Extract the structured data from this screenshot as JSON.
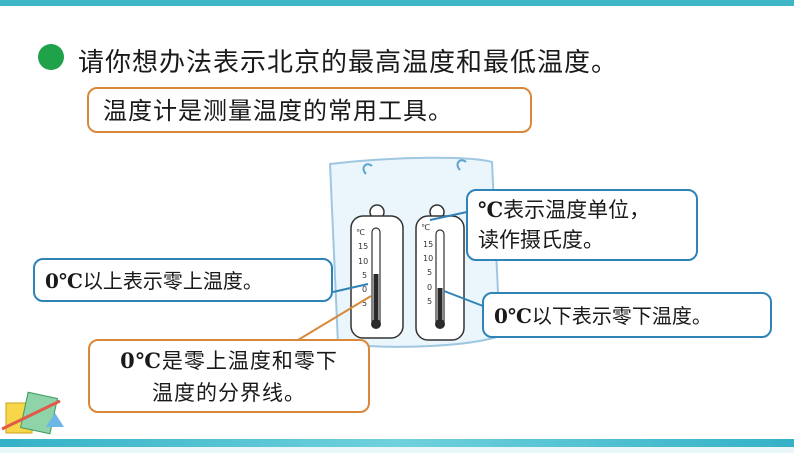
{
  "heading": "请你想办法表示北京的最高温度和最低温度。",
  "tool_note": "温度计是测量温度的常用工具。",
  "unit_callout": {
    "symbol": "℃",
    "line1": "表示温度单位，",
    "line2": "读作摄氏度。"
  },
  "above_callout": {
    "zero": "0℃",
    "text": "以上表示零上温度。"
  },
  "below_callout": {
    "zero": "0℃",
    "text": "以下表示零下温度。"
  },
  "boundary_note": {
    "zero": "0℃",
    "line1": "是零上温度和零下",
    "line2": "温度的分界线。"
  },
  "thermometer_scale": {
    "unit": "℃",
    "ticks": [
      "15",
      "10",
      "5",
      "0",
      "5"
    ]
  },
  "colors": {
    "bullet": "#1fa24a",
    "orange_border": "#d9883a",
    "blue_border": "#2f83b6",
    "frame": "#3fb6c6"
  },
  "icons": [
    "stationery-decoration-icon",
    "hook-icon"
  ]
}
